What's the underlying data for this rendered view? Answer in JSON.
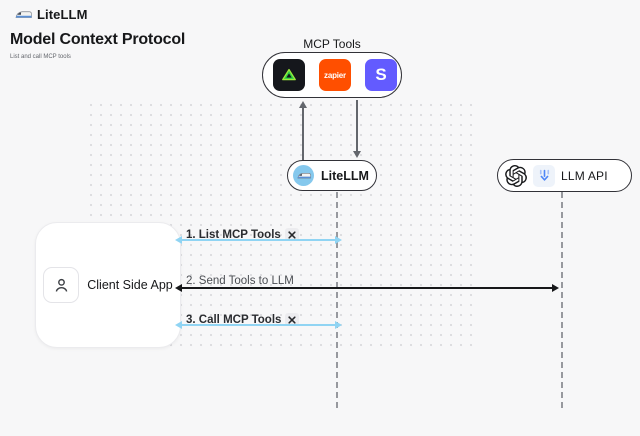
{
  "header": {
    "brand": "LiteLLM",
    "title": "Model Context Protocol",
    "subtitle": "List and call MCP tools"
  },
  "mcp": {
    "label": "MCP Tools",
    "tools": [
      {
        "icon": "green-triangle-tool-icon",
        "bg": "#15171c"
      },
      {
        "icon": "zapier-icon",
        "text": "zapier",
        "bg": "#ff4f00"
      },
      {
        "icon": "stripe-icon",
        "text": "S",
        "bg": "#635bff"
      }
    ]
  },
  "nodes": {
    "litellm": {
      "label": "LiteLLM",
      "icon": "litellm-train-icon"
    },
    "llm_api": {
      "label": "LLM API",
      "icons": [
        "openai-icon",
        "llm-provider-icon"
      ]
    },
    "client": {
      "label": "Client Side App",
      "icon": "user-icon"
    }
  },
  "messages": [
    {
      "label": "1. List MCP Tools",
      "tool_icon": "hammer-wrench-icon",
      "style": "blue"
    },
    {
      "label": "2. Send Tools to LLM",
      "tool_icon": null,
      "style": "dark"
    },
    {
      "label": "3. Call MCP Tools",
      "tool_icon": "hammer-wrench-icon",
      "style": "blue"
    }
  ],
  "icons": {
    "brand_logo": "bullet-train-icon"
  },
  "colors": {
    "bg": "#f7f7f8",
    "node_border": "#323238",
    "arrow_gray": "#63666c",
    "arrow_blue": "#90d4f3",
    "arrow_dark": "#17181a",
    "lifeline": "#97999e",
    "litellm_blue": "#85c8ed",
    "zapier_bg": "#ff4f00",
    "stripe_bg": "#635bff",
    "tool_black_bg": "#15171c",
    "text_dark": "#17181a"
  }
}
